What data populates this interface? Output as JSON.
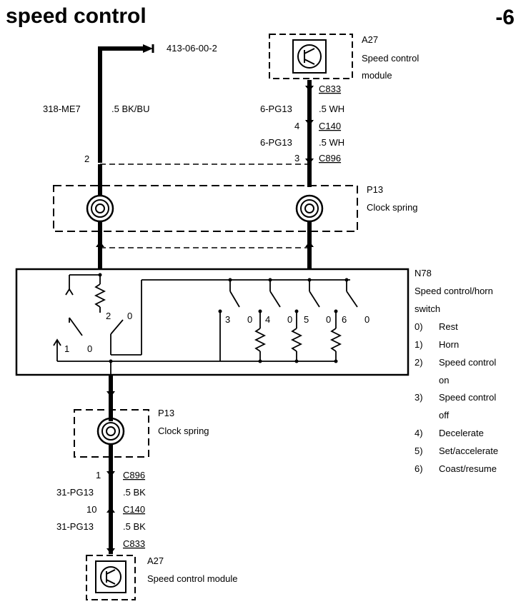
{
  "header": {
    "title": "speed control",
    "page": "-6"
  },
  "refs": {
    "ground_ref": "413-06-00-2"
  },
  "top_module": {
    "id": "A27",
    "name_line1": "Speed control",
    "name_line2": "module"
  },
  "left_wire": {
    "circuit": "318-ME7",
    "spec": ".5 BK/BU",
    "pin": "2"
  },
  "right_wire": {
    "connector1": "C833",
    "circuit1": "6-PG13",
    "spec1": ".5 WH",
    "pin1": "4",
    "connector2": "C140",
    "circuit2": "6-PG13",
    "spec2": ".5 WH",
    "pin2": "3",
    "connector3": "C896"
  },
  "clock_spring_top": {
    "id": "P13",
    "name": "Clock spring"
  },
  "switch": {
    "id": "N78",
    "name_line1": "Speed control/horn",
    "name_line2": "switch",
    "legend": [
      {
        "num": "0)",
        "text": "Rest"
      },
      {
        "num": "1)",
        "text": "Horn"
      },
      {
        "num": "2)",
        "text": "Speed control",
        "text2": "on"
      },
      {
        "num": "3)",
        "text": "Speed control",
        "text2": "off"
      },
      {
        "num": "4)",
        "text": "Decelerate"
      },
      {
        "num": "5)",
        "text": "Set/accelerate"
      },
      {
        "num": "6)",
        "text": "Coast/resume"
      }
    ],
    "contacts": {
      "c1": "1",
      "c1_0": "0",
      "c2": "2",
      "c2_0": "0",
      "c3": "3",
      "c3_0": "0",
      "c4": "4",
      "c4_0": "0",
      "c5": "5",
      "c5_0": "0",
      "c6": "6",
      "c6_0": "0"
    }
  },
  "clock_spring_bottom": {
    "id": "P13",
    "name": "Clock spring"
  },
  "bottom_wire": {
    "pin1": "1",
    "connector1": "C896",
    "circuit1": "31-PG13",
    "spec1": ".5 BK",
    "pin2": "10",
    "connector2": "C140",
    "circuit2": "31-PG13",
    "spec2": ".5 BK",
    "connector3": "C833"
  },
  "bottom_module": {
    "id": "A27",
    "name": "Speed control module"
  }
}
